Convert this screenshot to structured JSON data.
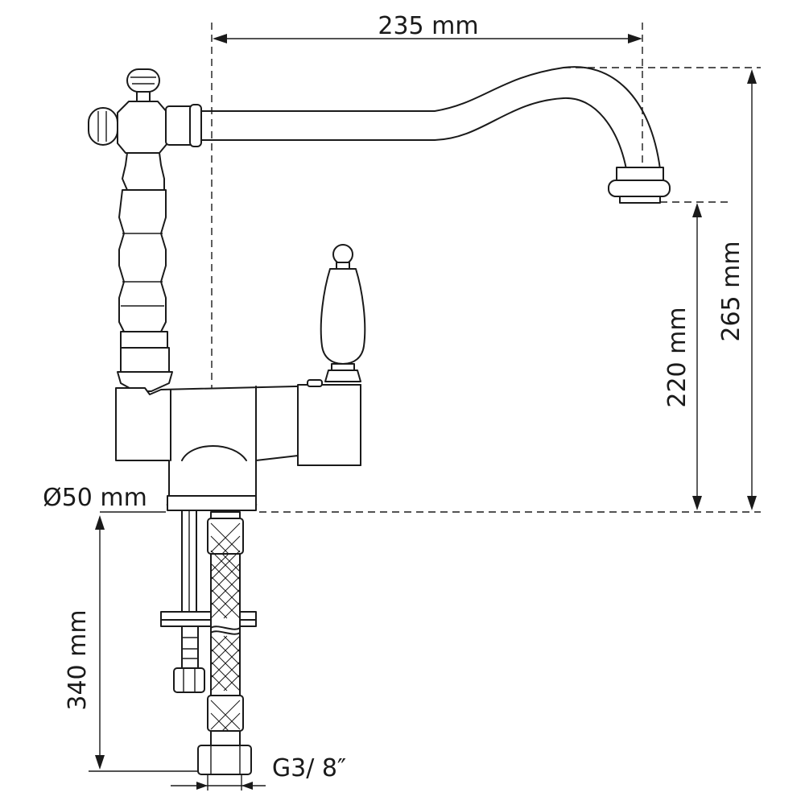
{
  "dimensions": {
    "reach": "235 mm",
    "height_total": "265 mm",
    "height_spout": "220 mm",
    "base_diameter": "Ø50 mm",
    "hose_length": "340 mm",
    "thread": "G3/ 8″"
  }
}
